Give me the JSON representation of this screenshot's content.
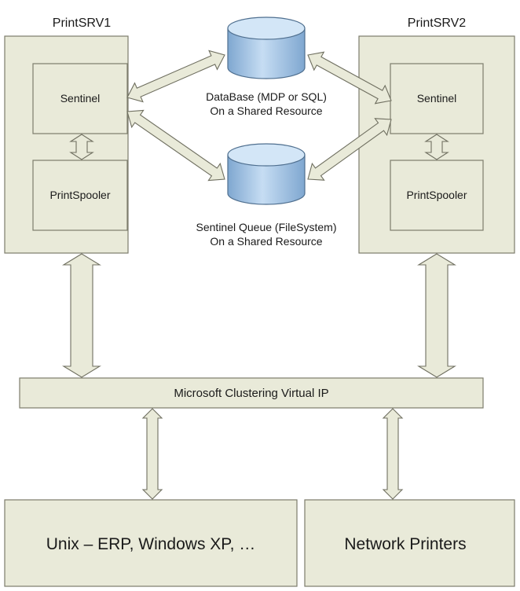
{
  "servers": [
    {
      "title": "PrintSRV1",
      "components": [
        "Sentinel",
        "PrintSpooler"
      ]
    },
    {
      "title": "PrintSRV2",
      "components": [
        "Sentinel",
        "PrintSpooler"
      ]
    }
  ],
  "resources": [
    {
      "lines": [
        "DataBase (MDP or SQL)",
        "On a Shared Resource"
      ]
    },
    {
      "lines": [
        "Sentinel Queue (FileSystem)",
        "On a Shared Resource"
      ]
    }
  ],
  "cluster": {
    "label": "Microsoft Clustering  Virtual IP"
  },
  "clients": [
    {
      "label": "Unix – ERP, Windows XP, …"
    },
    {
      "label": "Network Printers"
    }
  ],
  "colors": {
    "box_fill": "#e9ead9",
    "box_stroke": "#7c7c6c",
    "cylinder_fill": "#a9c9ea",
    "cylinder_top": "#d3e6f7",
    "cylinder_stroke": "#4f6f8f"
  }
}
